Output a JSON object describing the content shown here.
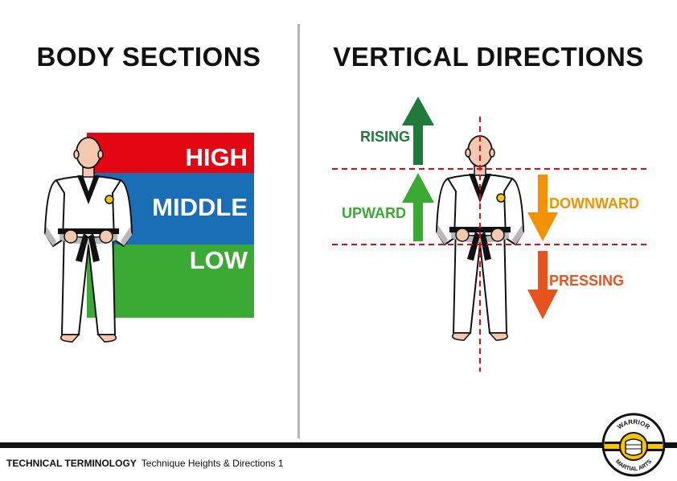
{
  "left": {
    "title": "BODY SECTIONS",
    "sections": [
      {
        "label": "HIGH",
        "color": "#e30613"
      },
      {
        "label": "MIDDLE",
        "color": "#1a6eb6"
      },
      {
        "label": "LOW",
        "color": "#3aaa35"
      }
    ]
  },
  "right": {
    "title": "VERTICAL DIRECTIONS",
    "directions": [
      {
        "label": "RISING",
        "color": "#1f7a3c"
      },
      {
        "label": "UPWARD",
        "color": "#3aaa35"
      },
      {
        "label": "DOWNWARD",
        "color": "#f39200"
      },
      {
        "label": "PRESSING",
        "color": "#e8521e"
      }
    ],
    "guide_line_color": "#e30613"
  },
  "footer": {
    "section": "TECHNICAL TERMINOLOGY",
    "subtitle": "Technique Heights & Directions 1"
  },
  "logo": {
    "top_text": "WARRIOR",
    "bottom_text": "MARTIAL ARTS",
    "accent": "#f7c600"
  }
}
